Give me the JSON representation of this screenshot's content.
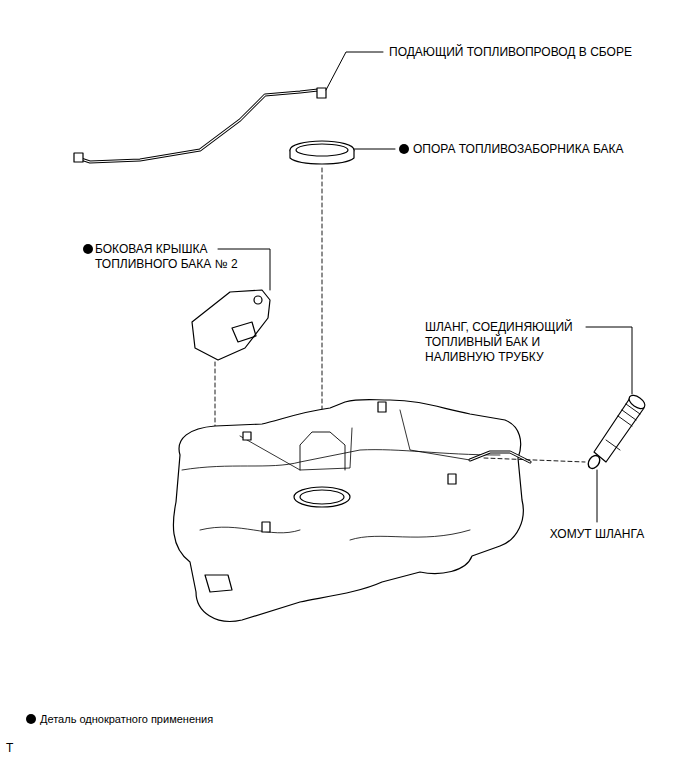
{
  "diagram": {
    "labels": [
      "ПОДАЮЩИЙ ТОПЛИВОПРОВОД В СБОРЕ",
      "ОПОРА ТОПЛИВОЗАБОРНИКА БАКА",
      "БОКОВАЯ КРЫШКА ТОПЛИВНОГО БАКА № 2",
      "ШЛАНГ, СОЕДИНЯЮЩИЙ ТОПЛИВНЫЙ БАК И НАЛИВНУЮ ТРУБКУ",
      "ХОМУТ ШЛАНГА",
      "T"
    ],
    "legend": [
      {
        "text": "Деталь однократного применения"
      }
    ]
  }
}
